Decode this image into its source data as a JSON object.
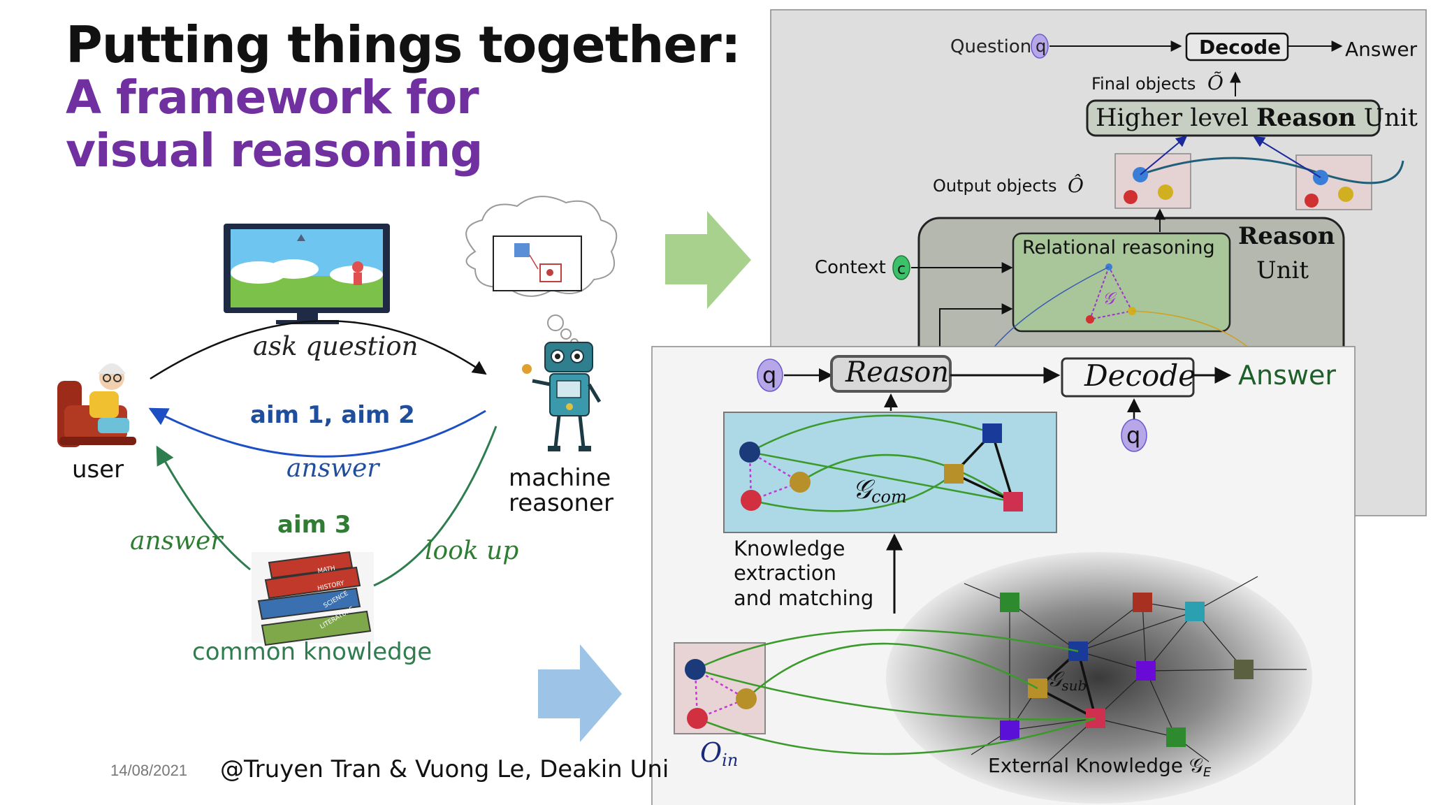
{
  "title": {
    "main": "Putting things together:",
    "sub": "A framework for visual reasoning"
  },
  "left_diagram": {
    "user": "user",
    "machine_line1": "machine",
    "machine_line2": "reasoner",
    "ask_question": "ask question",
    "aim12": "aim 1, aim 2",
    "answer_top": "answer",
    "aim3": "aim 3",
    "answer_left": "answer",
    "look_up": "look up",
    "common_knowledge": "common knowledge",
    "book_labels": [
      "MATH",
      "HISTORY",
      "SCIENCE",
      "LITERATURE"
    ]
  },
  "back_panel": {
    "question": "Question",
    "q": "q",
    "decode": "Decode",
    "answer": "Answer",
    "final_objects": "Final objects",
    "final_objects_symbol": "Õ",
    "higher_level_prefix": "Higher level ",
    "higher_level_bold": "Reason",
    "higher_level_suffix": " Unit",
    "output_objects": "Output objects",
    "output_objects_symbol": "Ô",
    "context": "Context",
    "c": "c",
    "relational_reasoning": "Relational reasoning",
    "graph_symbol": "𝒢",
    "reason_unit_line1": "Reason",
    "reason_unit_line2": "Unit"
  },
  "front_panel": {
    "q": "q",
    "reason": "Reason",
    "decode": "Decode",
    "answer": "Answer",
    "q2": "q",
    "gcom": "𝒢",
    "gcom_sub": "com",
    "knowledge_line1": "Knowledge",
    "knowledge_line2": "extraction",
    "knowledge_line3": "and matching",
    "gsub": "𝒢",
    "gsub_sub": "sub",
    "oin": "O",
    "oin_sub": "in",
    "external": "External Knowledge 𝒢",
    "external_sub": "E"
  },
  "footer": {
    "date": "14/08/2021",
    "credit": "@Truyen Tran & Vuong Le, Deakin Uni"
  },
  "colors": {
    "purple": "#7030a0",
    "blue_text": "#1f4e9c",
    "green_text": "#2e7d32",
    "green_arrow": "#a9d18e",
    "blue_arrow": "#9dc3e6"
  }
}
